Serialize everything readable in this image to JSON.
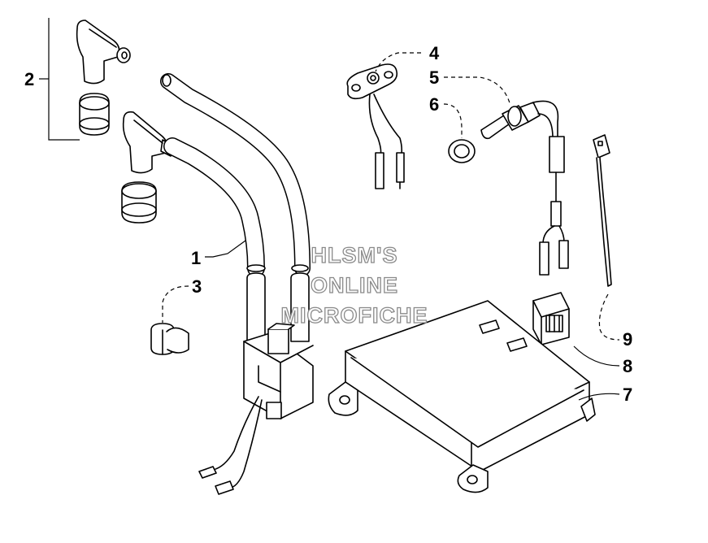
{
  "watermark": {
    "line1": "HLSM'S",
    "line2": "ONLINE",
    "line3": "MICROFICHE"
  },
  "callouts": {
    "c1": "1",
    "c2": "2",
    "c3": "3",
    "c4": "4",
    "c5": "5",
    "c6": "6",
    "c7": "7",
    "c8": "8",
    "c9": "9"
  }
}
